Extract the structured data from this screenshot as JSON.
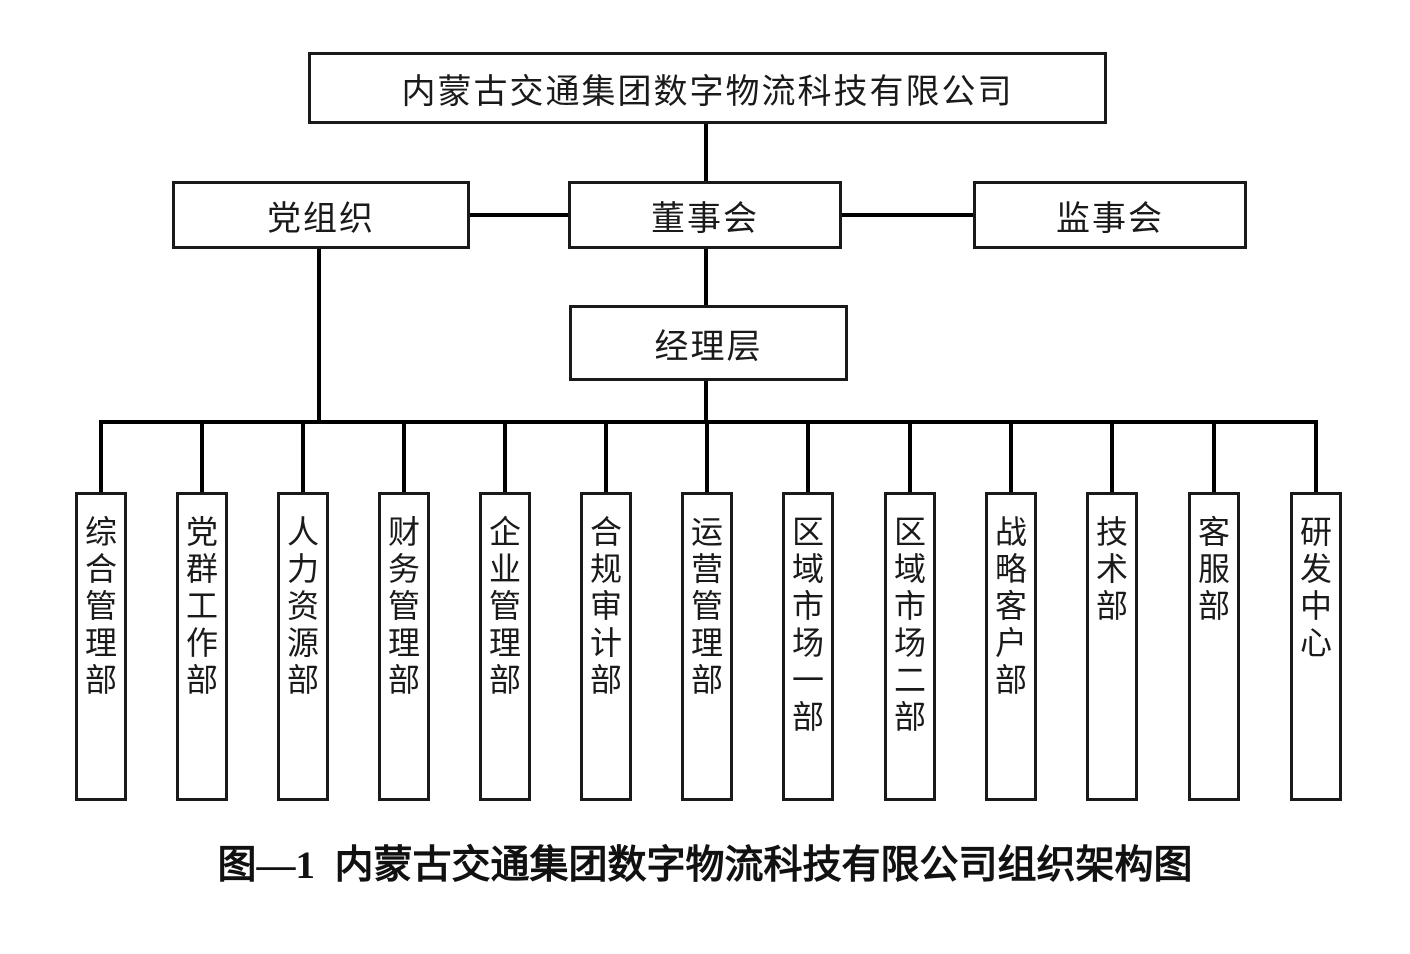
{
  "page": {
    "background": "#ffffff",
    "line_color": "#000000",
    "text_color": "#1a1a1a"
  },
  "chart": {
    "root": "内蒙古交通集团数字物流科技有限公司",
    "level2": {
      "party": "党组织",
      "board": "董事会",
      "supervisory": "监事会"
    },
    "management": "经理层",
    "departments": [
      "综合管理部",
      "党群工作部",
      "人力资源部",
      "财务管理部",
      "企业管理部",
      "合规审计部",
      "运营管理部",
      "区域市场一部",
      "区域市场二部",
      "战略客户部",
      "技术部",
      "客服部",
      "研发中心"
    ],
    "caption": "图—1  内蒙古交通集团数字物流科技有限公司组织架构图"
  }
}
